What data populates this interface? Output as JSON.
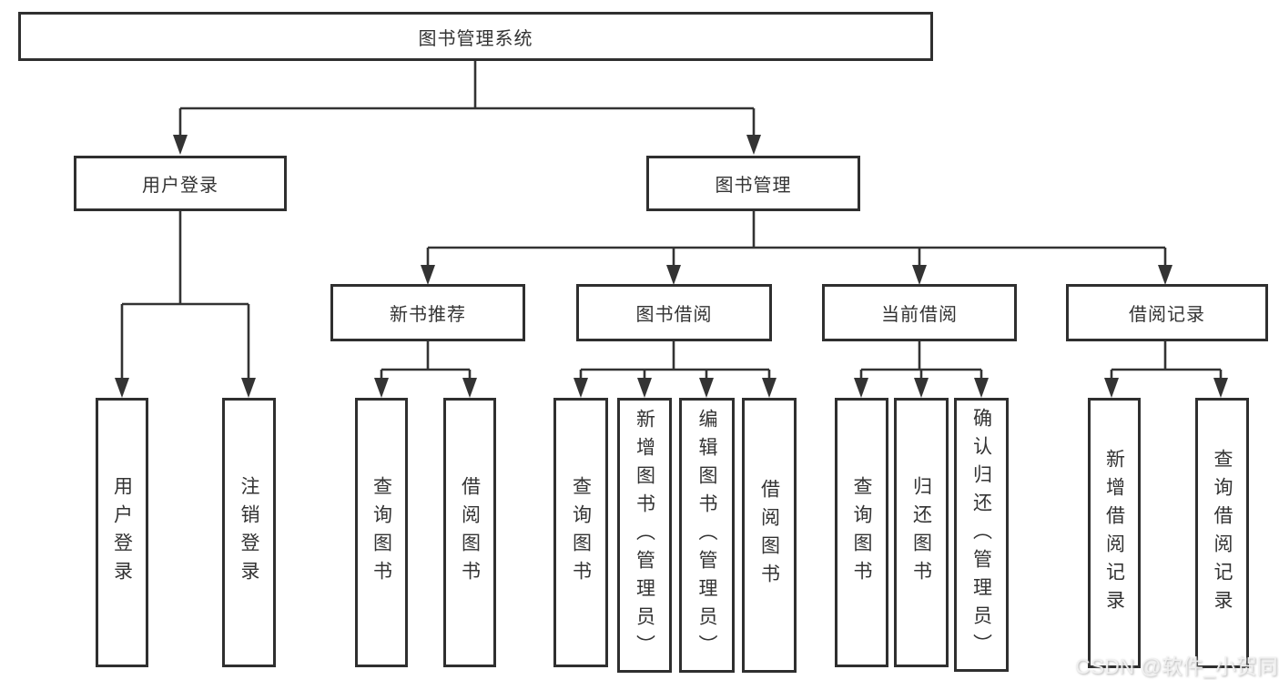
{
  "diagram": {
    "root": {
      "label": "图书管理系统"
    },
    "branches": [
      {
        "label": "用户登录",
        "children": [
          {
            "label": "用户登录"
          },
          {
            "label": "注销登录"
          }
        ]
      },
      {
        "label": "图书管理",
        "children": [
          {
            "label": "新书推荐",
            "children": [
              {
                "label": "查询图书"
              },
              {
                "label": "借阅图书"
              }
            ]
          },
          {
            "label": "图书借阅",
            "children": [
              {
                "label": "查询图书"
              },
              {
                "label": "新增图书（管理员）"
              },
              {
                "label": "编辑图书（管理员）"
              },
              {
                "label": "借阅图书"
              }
            ]
          },
          {
            "label": "当前借阅",
            "children": [
              {
                "label": "查询图书"
              },
              {
                "label": "归还图书"
              },
              {
                "label": "确认归还（管理员）"
              }
            ]
          },
          {
            "label": "借阅记录",
            "children": [
              {
                "label": "新增借阅记录"
              },
              {
                "label": "查询借阅记录"
              }
            ]
          }
        ]
      }
    ]
  },
  "colors": {
    "line": "#333333",
    "box_border": "#2f2f2f",
    "text": "#333333",
    "background": "#ffffff"
  },
  "watermark": "CSDN @软件_小贺同学"
}
